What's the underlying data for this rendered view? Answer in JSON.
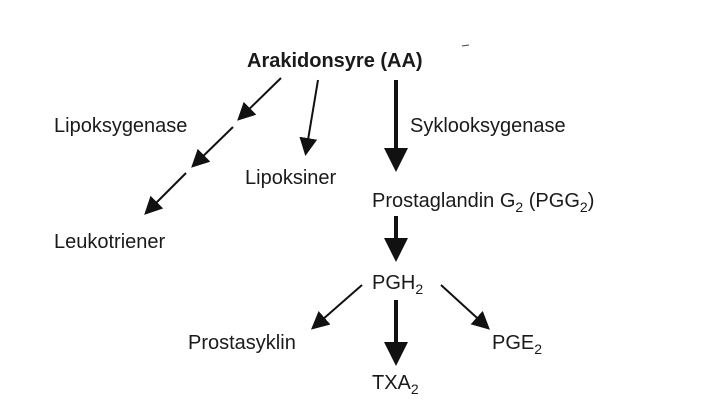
{
  "title": "Arakidonsyre (AA)",
  "enzymes": {
    "lipoxygenase": "Lipoksygenase",
    "cyclooxygenase": "Syklooksygenase"
  },
  "products": {
    "leukotrienes": "Leukotriener",
    "lipoxins": "Lipoksiner",
    "pgg2": {
      "main": "Prostaglandin G",
      "sub": "2",
      "paren_open": " (PGG",
      "paren_sub": "2",
      "paren_close": ")"
    },
    "pgh2": {
      "main": "PGH",
      "sub": "2"
    },
    "prostacyclin": "Prostasyklin",
    "pge2": {
      "main": "PGE",
      "sub": "2"
    },
    "txa2": {
      "main": "TXA",
      "sub": "2"
    }
  }
}
